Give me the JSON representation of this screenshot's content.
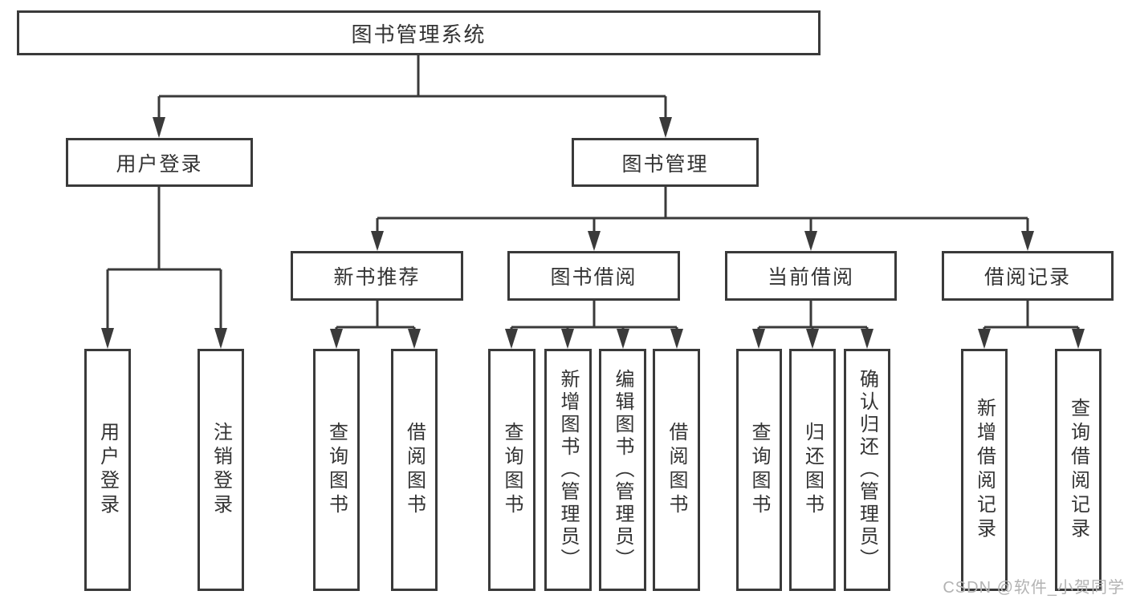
{
  "diagram": {
    "title": "图书管理系统",
    "branches": [
      {
        "label": "用户登录",
        "children": [
          "用户登录",
          "注销登录"
        ]
      },
      {
        "label": "图书管理",
        "modules": [
          {
            "label": "新书推荐",
            "children": [
              "查询图书",
              "借阅图书"
            ]
          },
          {
            "label": "图书借阅",
            "children": [
              "查询图书",
              "新增图书（管理员）",
              "编辑图书（管理员）",
              "借阅图书"
            ]
          },
          {
            "label": "当前借阅",
            "children": [
              "查询图书",
              "归还图书",
              "确认归还（管理员）"
            ]
          },
          {
            "label": "借阅记录",
            "children": [
              "新增借阅记录",
              "查询借阅记录"
            ]
          }
        ]
      }
    ]
  },
  "watermark": {
    "text": "CSDN @软件_小贺同学"
  },
  "colors": {
    "line": "#3a3a3a",
    "text": "#333333",
    "watermark": "#b3b3b3",
    "background": "#ffffff"
  }
}
